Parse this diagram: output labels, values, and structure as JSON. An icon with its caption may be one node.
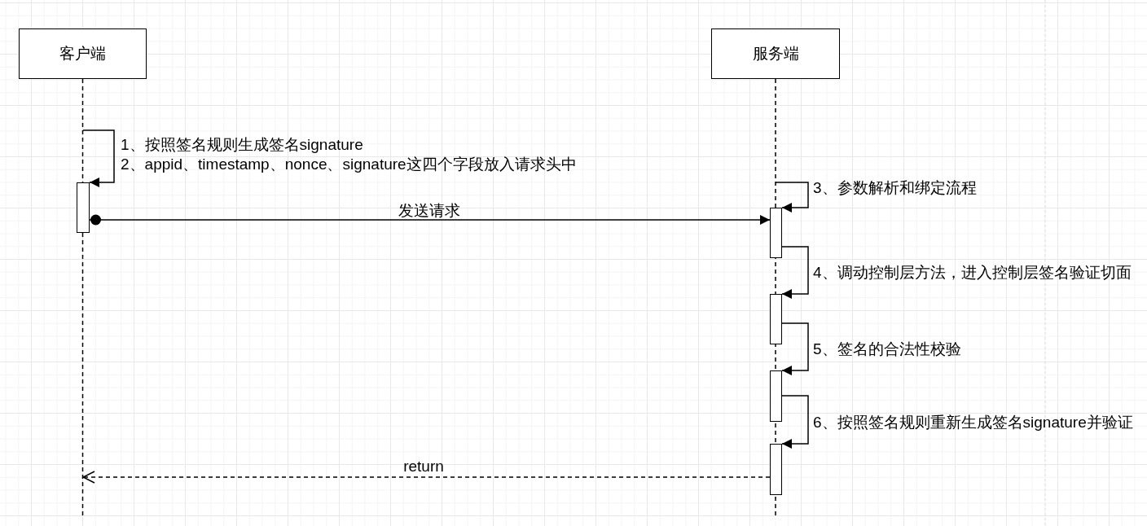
{
  "diagram": {
    "nodes": [
      {
        "text": [
          "客户端"
        ]
      },
      {
        "text": [
          "服务端"
        ]
      },
      {
        "text": [],
        "shape": "bar"
      },
      {
        "text": [],
        "shape": "bar"
      },
      {
        "text": [],
        "shape": "bar"
      },
      {
        "text": [],
        "shape": "bar"
      },
      {
        "text": [],
        "shape": "bar"
      }
    ],
    "edges": [
      {
        "from": null,
        "to": 2,
        "arrow": "to",
        "label": "1、按照签名规则生成签名signature"
      },
      {
        "from": 2,
        "to": 3,
        "arrow": "to",
        "label": "发送请求"
      },
      {
        "from": null,
        "to": 3,
        "arrow": "to",
        "label": "3、参数解析和绑定流程"
      },
      {
        "from": 3,
        "to": 4,
        "arrow": "to",
        "label": "4、调动控制层方法，进入控制层签名验证切面"
      },
      {
        "from": 4,
        "to": 5,
        "arrow": "to",
        "label": "5、签名的合法性校验"
      },
      {
        "from": 5,
        "to": 6,
        "arrow": "to",
        "label": "6、按照签名规则重新生成签名signature并验证"
      },
      {
        "from": 6,
        "to": null,
        "arrow": "to",
        "label": "return",
        "style": "dashed"
      }
    ],
    "labels": [
      "2、appid、timestamp、nonce、signature这四个字段放入请求头中"
    ]
  }
}
